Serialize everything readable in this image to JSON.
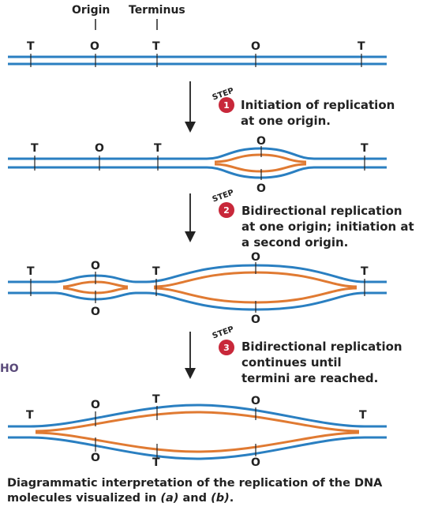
{
  "top_labels": {
    "origin": "Origin",
    "terminus": "Terminus"
  },
  "markers": {
    "terminus": "T",
    "origin": "O"
  },
  "steps": [
    {
      "word": "STEP",
      "number": "1",
      "lines": [
        "Initiation of replication",
        "at one origin."
      ]
    },
    {
      "word": "STEP",
      "number": "2",
      "lines": [
        "Bidirectional replication",
        "at one origin; initiation at",
        "a second origin."
      ]
    },
    {
      "word": "STEP",
      "number": "3",
      "lines": [
        "Bidirectional replication",
        "continues until",
        "termini are reached."
      ]
    }
  ],
  "side_fragment": "HO",
  "caption": {
    "line1": "Diagrammatic interpretation of the replication of the DNA",
    "line2_pre": "molecules visualized in ",
    "line2_a": "(a)",
    "line2_mid": " and ",
    "line2_b": "(b)",
    "line2_end": "."
  },
  "colors": {
    "parental_strand": "#2a7fc1",
    "new_strand": "#e07a32",
    "step_badge": "#c8283a",
    "text": "#222222"
  }
}
